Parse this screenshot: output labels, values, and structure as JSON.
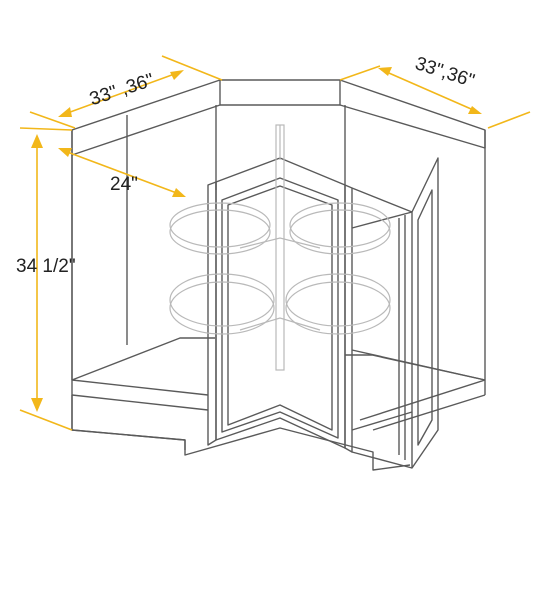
{
  "diagram": {
    "dimensions": {
      "width_left": "33\" ,36\"",
      "width_right": "33\",36\"",
      "depth": "24\"",
      "height": "34 1/2\""
    },
    "colors": {
      "dimension_line": "#F2B71A",
      "outline": "#5a5a5a",
      "shelf": "#b9b9b9",
      "background": "#ffffff"
    }
  }
}
